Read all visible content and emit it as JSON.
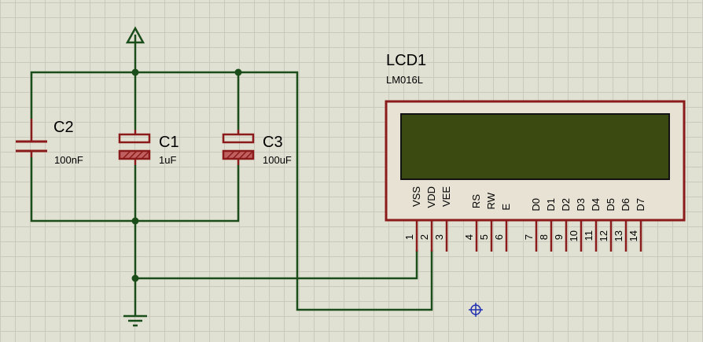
{
  "components": {
    "c1": {
      "ref": "C1",
      "value": "1uF"
    },
    "c2": {
      "ref": "C2",
      "value": "100nF"
    },
    "c3": {
      "ref": "C3",
      "value": "100uF"
    },
    "lcd": {
      "ref": "LCD1",
      "part": "LM016L",
      "pins": [
        {
          "name": "VSS",
          "num": "1"
        },
        {
          "name": "VDD",
          "num": "2"
        },
        {
          "name": "VEE",
          "num": "3"
        },
        {
          "name": "RS",
          "num": "4"
        },
        {
          "name": "RW",
          "num": "5"
        },
        {
          "name": "E",
          "num": "6"
        },
        {
          "name": "D0",
          "num": "7"
        },
        {
          "name": "D1",
          "num": "8"
        },
        {
          "name": "D2",
          "num": "9"
        },
        {
          "name": "D3",
          "num": "10"
        },
        {
          "name": "D4",
          "num": "11"
        },
        {
          "name": "D5",
          "num": "12"
        },
        {
          "name": "D6",
          "num": "13"
        },
        {
          "name": "D7",
          "num": "14"
        }
      ]
    }
  },
  "colors": {
    "wire": "#1a4d1a",
    "component": "#8b1a1a",
    "lcd_screen": "#3b4a10",
    "background": "#e1e1d3"
  }
}
